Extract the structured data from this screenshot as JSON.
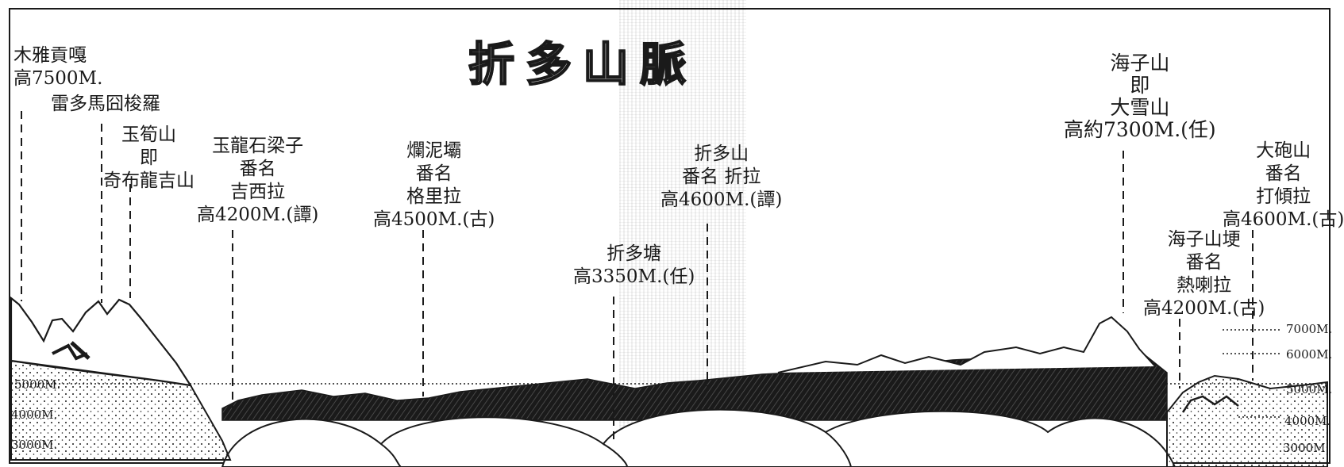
{
  "title": "折多山脈",
  "peaks": [
    {
      "id": "muya",
      "lines": [
        "木雅貢嘎",
        "高7500M."
      ]
    },
    {
      "id": "leiduo",
      "lines": [
        "雷多馬囧梭羅"
      ]
    },
    {
      "id": "yusun",
      "lines": [
        "玉筍山",
        "即",
        "奇布龍吉山"
      ]
    },
    {
      "id": "yulong",
      "lines": [
        "玉龍石梁子",
        "番名",
        "吉西拉",
        "高4200M.(譚)"
      ]
    },
    {
      "id": "lanni",
      "lines": [
        "爛泥壩",
        "番名",
        "格里拉",
        "高4500M.(古)"
      ]
    },
    {
      "id": "zheduotang",
      "lines": [
        "折多塘",
        "高3350M.(任)"
      ]
    },
    {
      "id": "zheduoshan",
      "lines": [
        "折多山",
        "番名 折拉",
        "高4600M.(譚)"
      ]
    },
    {
      "id": "haizi",
      "lines": [
        "海子山",
        "即",
        "大雪山",
        "高約7300M.(任)"
      ]
    },
    {
      "id": "haizigeng",
      "lines": [
        "海子山埂",
        "番名",
        "熱喇拉",
        "高4200M.(古)"
      ]
    },
    {
      "id": "dapao",
      "lines": [
        "大砲山",
        "番名",
        "打傾拉",
        "高4600M.(古)"
      ]
    }
  ],
  "scale_left": [
    "5000M.",
    "4000M.",
    "3000M."
  ],
  "scale_right": [
    "7000M.",
    "6000M.",
    "5000M.",
    "4000M.",
    "3000M."
  ],
  "colors": {
    "ink": "#1a1a1a",
    "paper": "#ffffff"
  }
}
